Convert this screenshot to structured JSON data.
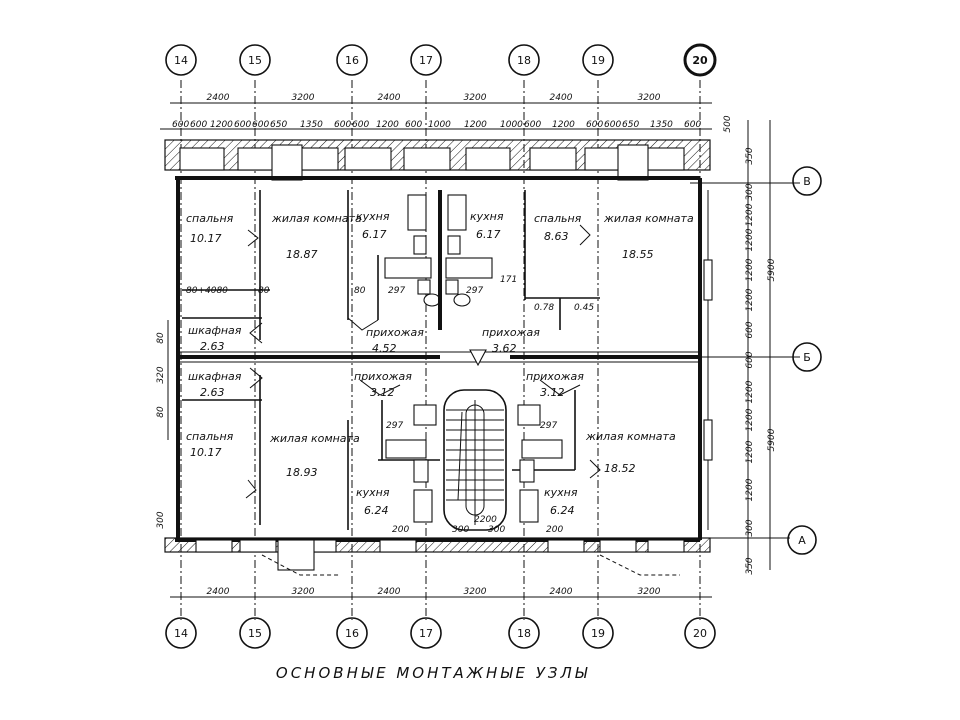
{
  "axes_top": [
    "14",
    "15",
    "16",
    "17",
    "18",
    "19",
    "20"
  ],
  "axes_bottom": [
    "14",
    "15",
    "16",
    "17",
    "18",
    "19",
    "20"
  ],
  "axes_right": [
    "В",
    "Б",
    "А"
  ],
  "dims_main": [
    "2400",
    "3200",
    "2400",
    "3200",
    "2400",
    "3200"
  ],
  "dims_detail": [
    "600",
    "600",
    "1200",
    "600",
    "600",
    "650",
    "1350",
    "600",
    "600",
    "1200",
    "600",
    "1000",
    "1200",
    "1000",
    "600",
    "1200",
    "600",
    "600",
    "650",
    "1350",
    "600"
  ],
  "dims_right": [
    "500",
    "350",
    "300",
    "1200",
    "1200",
    "1200",
    "5900",
    "1200",
    "600",
    "600",
    "1200",
    "1200",
    "5900",
    "1200",
    "1200",
    "300",
    "350"
  ],
  "dims_left": [
    "80",
    "320",
    "80",
    "300"
  ],
  "rooms": {
    "bedroom1": {
      "name": "спальня",
      "area": "10.17"
    },
    "living1": {
      "name": "жилая комната",
      "area": "18.87"
    },
    "kitchen1": {
      "name": "кухня",
      "area": "6.17"
    },
    "kitchen2": {
      "name": "кухня",
      "area": "6.17"
    },
    "bedroom2": {
      "name": "спальня",
      "area": "8.63"
    },
    "living2": {
      "name": "жилая комната",
      "area": "18.55"
    },
    "closet1": {
      "name": "шкафная",
      "area": "2.63"
    },
    "hall1": {
      "name": "прихожая",
      "area": "4.52"
    },
    "hall2": {
      "name": "прихожая",
      "area": "3.62"
    },
    "closet2": {
      "name": "шкафная",
      "area": "2.63"
    },
    "hall3": {
      "name": "прихожая",
      "area": "3.12"
    },
    "hall4": {
      "name": "прихожая",
      "area": "3.12"
    },
    "bedroom3": {
      "name": "спальня",
      "area": "10.17"
    },
    "living3": {
      "name": "жилая комната",
      "area": "18.93"
    },
    "living4": {
      "name": "жилая комната",
      "area": "18.52"
    },
    "kitchen3": {
      "name": "кухня",
      "area": "6.24"
    },
    "kitchen4": {
      "name": "кухня",
      "area": "6.24"
    }
  },
  "small_areas": {
    "a1": "297",
    "a2": "297",
    "a3": "171",
    "a4": "0.78",
    "a5": "0.45",
    "a6": "297",
    "a7": "297",
    "d1": "80+4080",
    "d2": "80",
    "d3": "80",
    "b1": "200",
    "b2": "300",
    "b3": "2200",
    "b4": "300",
    "b5": "200"
  },
  "caption": "ОСНОВНЫЕ МОНТАЖНЫЕ УЗЛЫ"
}
